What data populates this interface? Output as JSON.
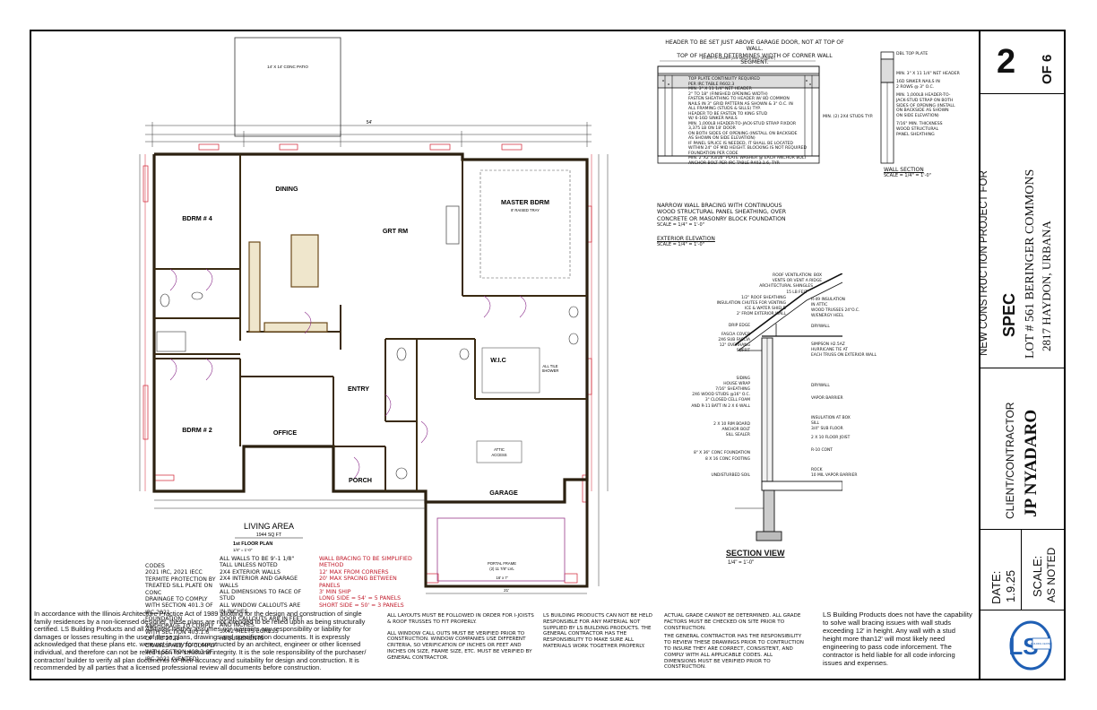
{
  "title_block": {
    "sheet_number": "2",
    "sheet_of": "OF 6",
    "project_heading": "NEW CONSTRUCTION PROJECT FOR",
    "project_name": "SPEC",
    "lot_line": "LOT # 561 BERINGER COMMONS",
    "address_line": "2817 HAYDON, URBANA",
    "client_heading": "CLIENT/CONTRACTOR",
    "client_name": "JP NYADARO",
    "date_label": "DATE:",
    "date_value": "1.9.25",
    "scale_label": "SCALE:",
    "scale_value": "AS NOTED"
  },
  "floor_plan": {
    "rooms": {
      "dining": "DINING",
      "bdrm4": "BDRM # 4",
      "grt_rm": "GRT RM",
      "master": "MASTER BDRM",
      "master_note": "8' RAISED TRAY",
      "wic": "W.I.C",
      "entry": "ENTRY",
      "office": "OFFICE",
      "bdrm2": "BDRM # 2",
      "porch": "PORCH",
      "garage": "GARAGE",
      "attic": "ATTIC",
      "attic2": "ACCESS",
      "patio": "14' X 14' CONC PATIO",
      "tile": "ALL TILE",
      "tile2": "SHOWER"
    },
    "overall_width": "54'",
    "living_area_label": "LIVING AREA",
    "living_area_value": "1944 SQ FT",
    "plan_title": "1st FLOOR PLAN",
    "plan_scale": "1/4\" = 1'-0\"",
    "portal": "PORTAL FRAME",
    "portal2": "(2) 11 7/8\" LVL",
    "garage_width": "16' x 7'",
    "garage_depth": "21'"
  },
  "codes_note": [
    "CODES",
    "2021 IRC, 2021 IECC",
    "TERMITE PROTECTION BY TREATED SILL PLATE ON CONC",
    "DRAINAGE TO COMPLY WITH SECTION 401.3 OF IRC 2021",
    "FOUNDATION ANCHORAGE TO COMPLY WITH SECTION 403.1.6 OF IRC 2021",
    "CRAWLSPACE TO COMPLY WITH SECTION 408.3 OF IRC 2021 (VENTED)"
  ],
  "wall_note": [
    "ALL WALLS TO BE 9'-1 1/8\" TALL UNLESS NOTED",
    "2x4 EXTERIOR WALLS",
    "2x4 INTERIOR AND GARAGE WALLS",
    "ALL DIMENSIONS TO FACE OF STUD",
    "ALL WINDOW CALLOUTS ARE IN INCHES",
    "DOOR CALLOUTS ARE IN FEET AND INCHES",
    "3X42 MEETS EGRESS REQUIREMENTS"
  ],
  "bracing_note": [
    "WALL BRACING TO BE SIMPLIFIED METHOD",
    "12' MAX FROM CORNERS",
    "20' MAX SPACING BETWEEN PANELS",
    "3' MIN SHIP",
    "LONG SIDE = 54'   = 5 PANELS",
    "SHORT SIDE = 50' = 3 PANELS"
  ],
  "header_detail": {
    "top1": "HEADER TO BE SET JUST ABOVE GARAGE DOOR, NOT AT TOP OF WALL.",
    "top2": "TOP OF HEADER DETERMINES WIDTH OF CORNER WALL SEGMENT.",
    "extent": "EXTENT OF HEADER (ONE BRACED WALL SEGMENT)",
    "callouts": [
      "TOP PLATE CONTINUITY REQUIRED",
      "PER IRC TABLE R602.3",
      "MIN. 3\" X 11 1/4\" NET HEADER",
      "2\" TO 18\" (FINISHED OPENING WIDTH)",
      "FASTEN SHEATHING TO HEADER W/ 8d COMMON",
      "NAILS IN 3\" GRID PATTERN AS SHOWN & 3\" O.C. IN",
      "ALL FRAMING (STUDS & SILLS) TYP.",
      "HEADER TO BE FASTEN TO KING STUD",
      "W/ 6-16d SINKER NAILS",
      "MIN. 1,000LB HEADER-TO-JACK-STUD STRAP FIXDOR",
      "3,375 LB ON 18' DOOR",
      "ON BOTH SIDES OF OPENING (INSTALL ON BACKSIDE",
      "AS SHOWN ON SIDE ELEVATION)",
      "IF PANEL SPLICE IS NEEDED, IT SHALL BE LOCATED",
      "WITHIN 24\" OF MID HEIGHT. BLOCKING IS NOT REQUIRED",
      "FOUNDATION PER CODE",
      "MIN. 2\"X2\"X3/16\" PLATE WASHER @ EACH ANCHOR BOLT",
      "ANCHOR BOLT PER IRC TABLE R403.1.6, TYP."
    ],
    "studs": "MIN. (2) 2X4 STUDS TYP.",
    "bracing1": "NARROW WALL BRACING WITH CONTINUOUS",
    "bracing2": "WOOD STRUCTURAL PANEL SHEATHING, OVER",
    "bracing3": "CONCRETE OR MASONRY BLOCK FOUNDATION",
    "scale": "SCALE = 1/4\" = 1'-0\"",
    "elev": "EXTERIOR ELEVATION",
    "elev_scale": "SCALE = 1/4\" = 1'-0\""
  },
  "wall_section": {
    "title": "WALL SECTION",
    "scale": "SCALE = 1/4\" = 1'-0\"",
    "callouts": [
      "DBL TOP PLATE",
      "MIN. 3\" X 11 1/4\" NET HEADER",
      "16d SINKER NAILS IN",
      "2 ROWS @ 3\" O.C.",
      "MIN. 1,000LB HEADER-TO-",
      "JACK-STUD STRAP ON BOTH",
      "SIDES OF OPENING (INSTALL",
      "ON BACKSIDE AS SHOWN",
      "ON SIDE ELEVATION)",
      "7/16\" MIN. THICKNESS",
      "WOOD STRUCTURAL",
      "PANEL SHEATHING"
    ]
  },
  "section_view": {
    "title": "SECTION VIEW",
    "scale": "1/4\" = 1'-0\"",
    "left_callouts": [
      "ROOF VENTILATION: BOX",
      "VENTS OR VENT A RIDGE",
      "ARCHITECTURAL SHINGLES",
      "15 LB FELT",
      "1/2\" ROOF SHEATHING",
      "INSULATION CHUTES FOR VENTING",
      "ICE & WATER SHIELD",
      "2' FROM EXTERIOR WALL",
      "DRIP EDGE",
      "FASCIA COVER",
      "2x6 SUB FASCIA",
      "12\" OVERHANG",
      "SOFFIT",
      "SIDING",
      "HOUSE WRAP",
      "7/16\" SHEATHING",
      "2X6 WOOD STUDS @16\" O.C.",
      "3\" CLOSED CELL FOAM",
      "AND R-11 BATT IN 2 X 6 WALL",
      "2 X 10 RIM BOARD",
      "ANCHOR BOLT",
      "SILL SEALER",
      "8\" x 36\" CONC FOUNDATION",
      "8 x 16 CONC FOOTING",
      "UNDISTURBED SOIL"
    ],
    "right_callouts": [
      "R-49 INSULATION",
      "IN ATTIC",
      "WOOD TRUSSES 24\"O.C.",
      "W/ENERGY HEEL",
      "DRYWALL",
      "SIMPSON H2.5AZ",
      "HURRICANE TIE AT",
      "EACH TRUSS ON EXTERIOR WALL",
      "DRYWALL",
      "VAPOR BARRIER",
      "INSULATION AT BOX",
      "SILL",
      "3/4\" SUB FLOOR",
      "2 X 10 FLOOR JOIST",
      "R-10 CONT",
      "ROCK",
      "10 MIL VAPOR BARRIER"
    ]
  },
  "footer": {
    "disclaimer": "In accordance with the Illinois Architecture Practice Act of 1989 allotting for the design and construction of single family residences by a non-licensed designer, these plans are not intended to be relied upon as being structurally certified.  LS Building Products and all Affiliates neither assumes nor warrants any responsibility or liability for damages or losses resulting in the use of these plans, drawings and specification documents.  It is expressly acknowledged that these plans  etc. were not in any form constructed by an architect, engineer or other licensed individual, and therefore can not be relied upon for structural integrity.  It is the sole responsibility of the purchaser/ contractor/ builder to verify all plan documents for their accuracy and suitability for design and construction.  It is recommended by all parties that a licensed professional review all documents before construction.",
    "note2": "ALL LAYOUTS MUST BE FOLLOWED IN ORDER FOR I-JOISTS & ROOF TRUSSES TO FIT PROPERLY.",
    "note3": "ALL WINDOW CALL OUTS MUST BE VERIFIED PRIOR TO CONSTRUCTION. WINDOW COMPANIES USE DIFFERENT CRITERIA, SO VERIFICATION OF INCHES OR FEET AND INCHES ON SIZE, FRAME SIZE, ETC. MUST BE VERIFIED BY GENERAL CONTRACTOR.",
    "note4": "LS BUILDING PRODUCTS CAN NOT BE HELD RESPONSIBLE FOR ANY MATERIAL NOT SUPPLIED BY LS BUILDING PRODUCTS. THE GENERAL CONTRACTOR HAS THE RESPONSIBILITY TO MAKE SURE ALL MATERIALS WORK TOGETHER PROPERLY.",
    "note5": "ACTUAL GRADE CANNOT BE DETERMINED. ALL GRADE FACTORS MUST BE CHECKED ON SITE PRIOR TO CONSTRUCTION.",
    "note6": "THE GENERAL CONTRACTOR HAS THE RESPONSIBILITY TO REVIEW THESE DRAWINGS PRIOR TO CONTRUCTION TO INSURE THEY ARE CORRECT, CONSISTENT, AND COMPLY WITH ALL APPLICABLE CODES. ALL DIMENSIONS MUST BE VERIFIED PRIOR TO CONSTRUCTION.",
    "note7": "LS Building Products does not have the capability to solve wall bracing issues with wall studs exceeding 12' in height. Any wall with a stud height more than12' will most likely need engineering to pass code inforcement. The contractor is held liable for all code inforcing issues and expenses."
  },
  "logo": {
    "letters": "LS",
    "text": "BUILDING CENTER",
    "color": "#1f5fb4"
  }
}
